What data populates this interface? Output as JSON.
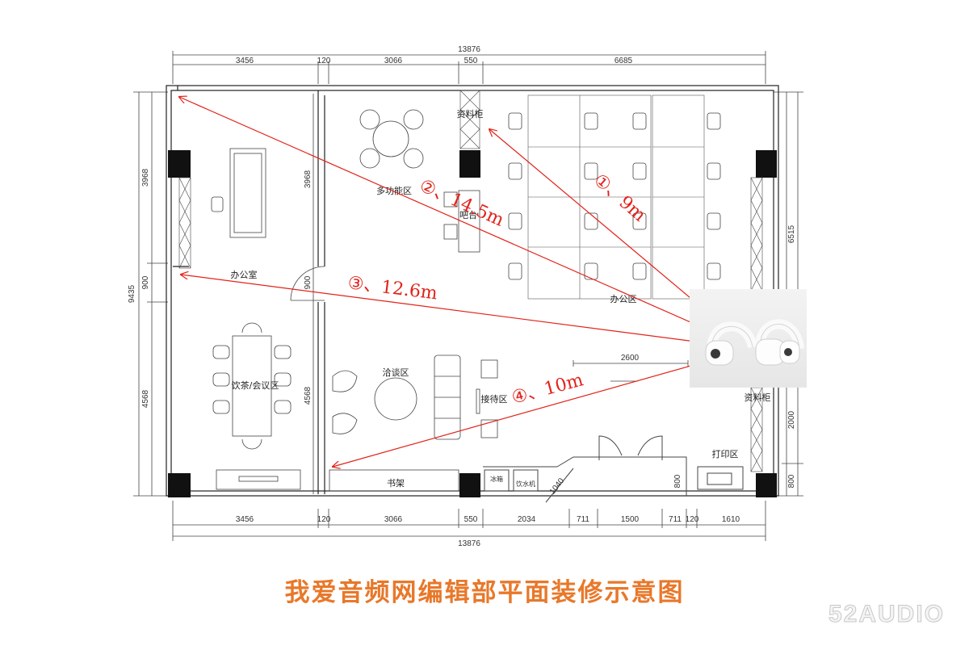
{
  "dimensions": {
    "top_total": "13876",
    "top_segments": [
      "3456",
      "120",
      "3066",
      "550",
      "6685"
    ],
    "bottom_segments": [
      "3456",
      "120",
      "3066",
      "550",
      "2034",
      "711",
      "1500",
      "711",
      "120",
      "1610"
    ],
    "bottom_total": "13876",
    "left_total": "9435",
    "left_segments": [
      "3968",
      "900",
      "4568"
    ],
    "inner_left": [
      "3968",
      "900",
      "4568"
    ],
    "right_segments": [
      "6515",
      "2000",
      "800"
    ],
    "misc": {
      "counter_width": "2600",
      "angled": "1040",
      "print_depth": "800"
    }
  },
  "rooms": {
    "office": "办公室",
    "multi_function": "多功能区",
    "bar": "吧台",
    "cabinet_top": "资料柜",
    "office_area": "办公区",
    "tea_meeting": "饮茶/会议区",
    "negotiation": "洽谈区",
    "reception": "接待区",
    "cabinet_right": "资料柜",
    "print_area": "打印区",
    "bookshelf": "书架",
    "fridge": "冰箱",
    "water_dispenser": "饮水机"
  },
  "distances": [
    {
      "label": "①、9m"
    },
    {
      "label": "②、14.5m"
    },
    {
      "label": "③、12.6m"
    },
    {
      "label": "④、10m"
    }
  ],
  "caption": "我爱音频网编辑部平面装修示意图",
  "watermark": "52AUDIO",
  "colors": {
    "arrow": "#e2231a",
    "caption": "#e8782a",
    "wall": "#222222"
  }
}
